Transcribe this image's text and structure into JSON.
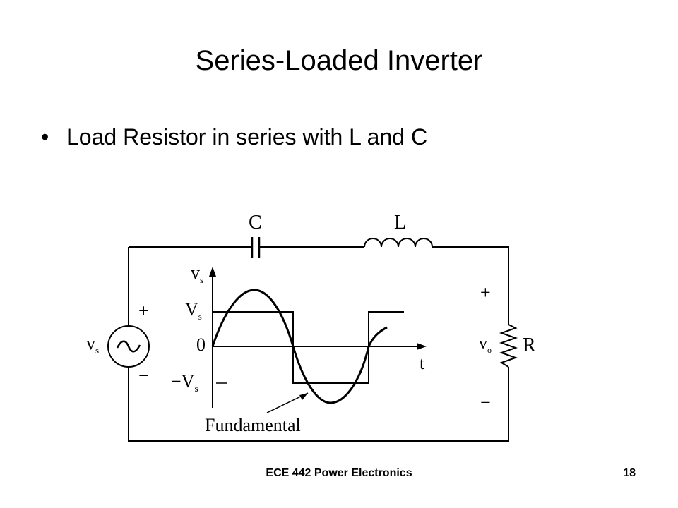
{
  "slide": {
    "title": "Series-Loaded Inverter",
    "bullet_marker": "•",
    "bullet_text": "Load Resistor in series with L and C"
  },
  "diagram": {
    "capacitor_label": "C",
    "inductor_label": "L",
    "resistor_label": "R",
    "source_label": "v",
    "source_sub": "s",
    "source_plus": "+",
    "source_minus": "−",
    "output_label": "v",
    "output_sub": "o",
    "output_plus": "+",
    "output_minus": "−",
    "axis_y_label": "v",
    "axis_y_sub": "s",
    "axis_x_label": "t",
    "tick_pos_label": "V",
    "tick_pos_sub": "s",
    "tick_zero_label": "0",
    "tick_neg_label": "−V",
    "tick_neg_sub": "s",
    "fundamental_label": "Fundamental"
  },
  "footer": {
    "course": "ECE 442 Power Electronics",
    "page_number": "18"
  }
}
